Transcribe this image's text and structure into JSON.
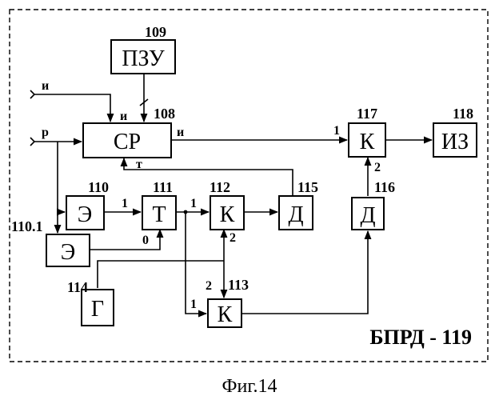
{
  "frame_label": "БПРД - 119",
  "caption": "Фиг.14",
  "blocks": {
    "pzu": {
      "label": "ПЗУ",
      "num": "109"
    },
    "sr": {
      "label": "СР",
      "num": "108"
    },
    "e110": {
      "label": "Э",
      "num": "110"
    },
    "t111": {
      "label": "Т",
      "num": "111"
    },
    "k112": {
      "label": "К",
      "num": "112"
    },
    "d115": {
      "label": "Д",
      "num": "115"
    },
    "e1101": {
      "label": "Э",
      "num": "110.1"
    },
    "g114": {
      "label": "Г",
      "num": "114"
    },
    "k113": {
      "label": "К",
      "num": "113"
    },
    "k117": {
      "label": "К",
      "num": "117"
    },
    "iz118": {
      "label": "ИЗ",
      "num": "118"
    },
    "d116": {
      "label": "Д",
      "num": "116"
    }
  },
  "signals": {
    "in_i": "и",
    "in_p": "р",
    "sr_in_i": "и",
    "sr_out_i": "и",
    "sr_in_t": "т"
  },
  "pins": {
    "t111_in1": "1",
    "t111_in0": "0",
    "k112_in1": "1",
    "k112_in2": "2",
    "k113_in2": "2",
    "k113_in1": "1",
    "k117_in1": "1",
    "k117_in2": "2"
  }
}
